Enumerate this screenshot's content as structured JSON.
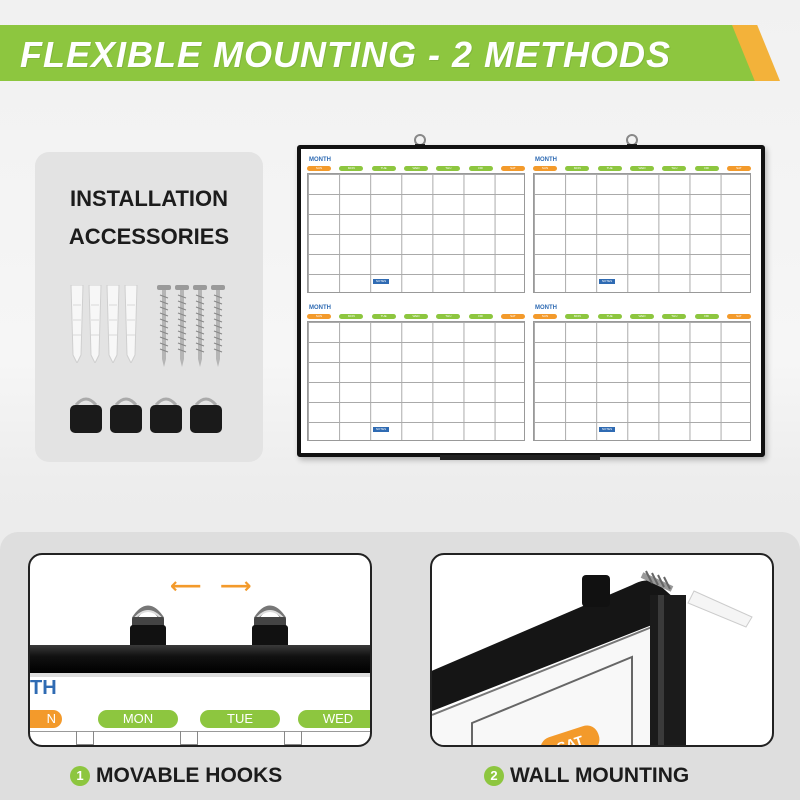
{
  "banner": {
    "title": "FLEXIBLE MOUNTING - 2 METHODS"
  },
  "accessories": {
    "title_line1": "INSTALLATION",
    "title_line2": "ACCESSORIES"
  },
  "board": {
    "month_label": "MONTH",
    "days": [
      "SUN",
      "MON",
      "TUE",
      "WED",
      "THU",
      "FRI",
      "SAT"
    ],
    "notes_label": "NOTES"
  },
  "method1": {
    "number": "1",
    "caption": "MOVABLE HOOKS",
    "month_fragment": "TH",
    "day_fragment": "N",
    "days": [
      "MON",
      "TUE",
      "WED"
    ]
  },
  "method2": {
    "number": "2",
    "caption": "WALL MOUNTING",
    "day": "SAT"
  },
  "colors": {
    "accent_green": "#8dc63f",
    "accent_orange": "#f39a2b",
    "month_blue": "#2f6bb3",
    "frame_black": "#111111"
  }
}
